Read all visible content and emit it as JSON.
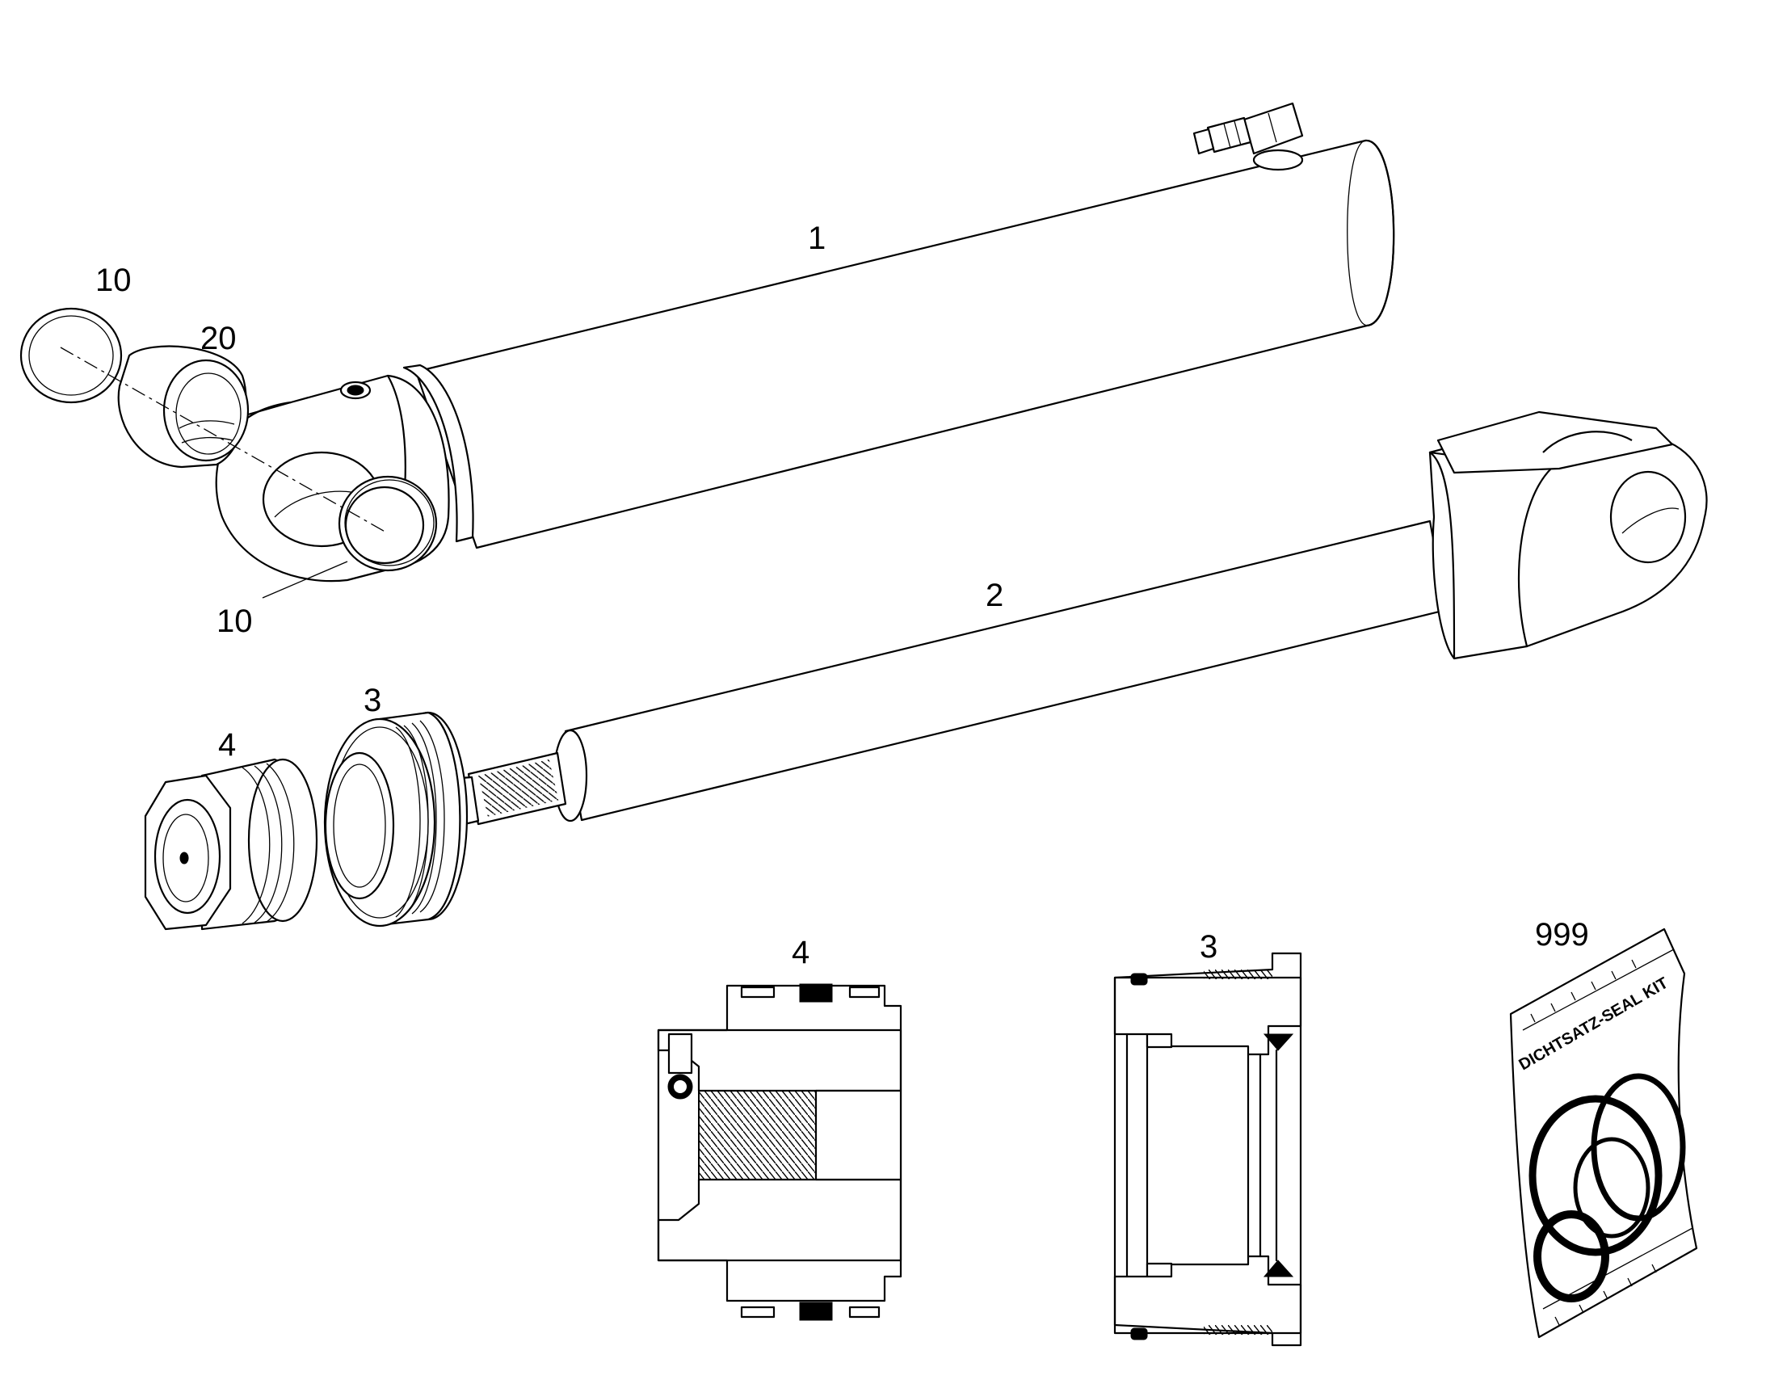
{
  "labels": {
    "barrel": "1",
    "rod": "2",
    "gland": "3",
    "piston": "4",
    "ring_top": "10",
    "bushing": "20",
    "ring_bottom": "10",
    "section_piston": "4",
    "section_gland": "3",
    "seal_kit": "999"
  },
  "seal_kit_text": "DICHTSATZ-SEAL KIT",
  "colors": {
    "line": "#000000",
    "background": "#ffffff"
  }
}
